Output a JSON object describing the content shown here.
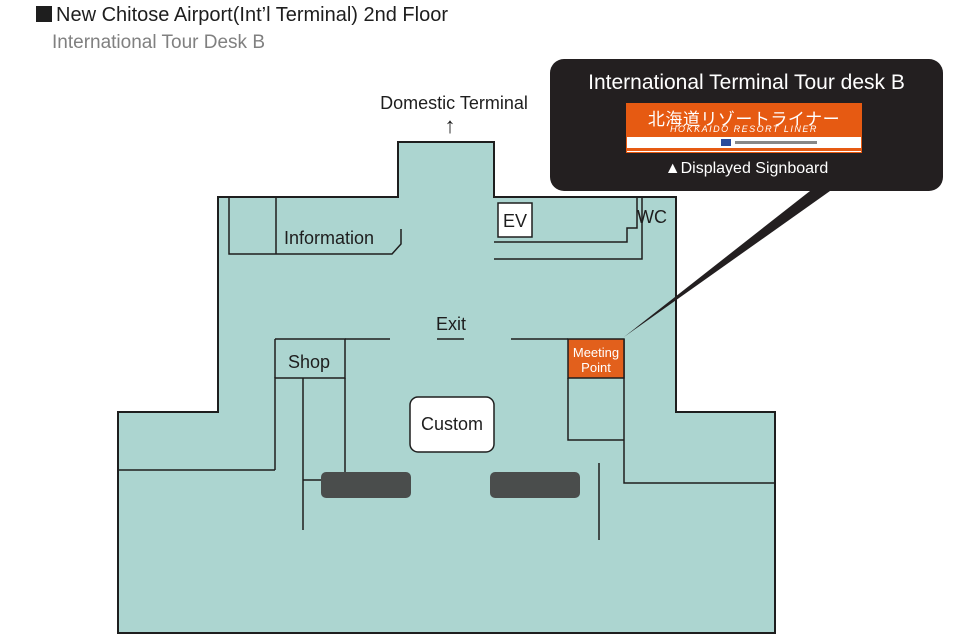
{
  "header": {
    "title": "New Chitose Airport(Int’l Terminal) 2nd Floor",
    "subtitle": "International Tour Desk B"
  },
  "map": {
    "domestic_terminal": "Domestic Terminal",
    "arrow": "↑",
    "information": "Information",
    "ev": "EV",
    "wc": "WC",
    "exit": "Exit",
    "shop": "Shop",
    "meeting_point_line1": "Meeting",
    "meeting_point_line2": "Point",
    "custom": "Custom"
  },
  "callout": {
    "title": "International Terminal Tour desk B",
    "sign_japanese": "北海道リゾートライナー",
    "sign_english": "HOKKAIDO RESORT LINER",
    "caption": "▲Displayed Signboard"
  },
  "colors": {
    "floor": "#acd5d0",
    "meeting_point": "#e2601c",
    "callout_bg": "#231f20",
    "sign_orange": "#e65a12",
    "baggage": "#4a4d4c"
  }
}
